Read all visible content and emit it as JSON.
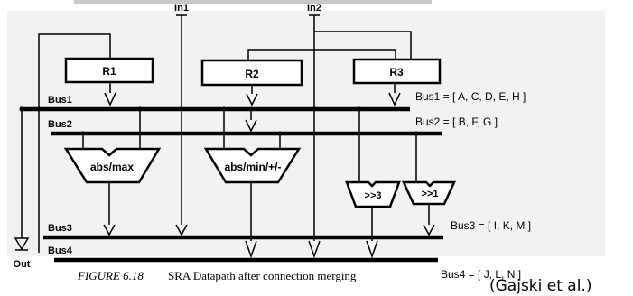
{
  "inputs": {
    "in1": "In1",
    "in2": "In2"
  },
  "output": "Out",
  "registers": [
    "R1",
    "R2",
    "R3"
  ],
  "buses": [
    {
      "label": "Bus1",
      "assignment": "Bus1 = [ A, C, D, E, H ]"
    },
    {
      "label": "Bus2",
      "assignment": "Bus2 = [ B, F, G ]"
    },
    {
      "label": "Bus3",
      "assignment": "Bus3 = [ I, K, M ]"
    },
    {
      "label": "Bus4",
      "assignment": "Bus4 = [ J, L, N ]"
    }
  ],
  "functional_units": [
    "abs/max",
    "abs/min/+/-",
    ">>3",
    ">>1"
  ],
  "caption": {
    "figure_label": "FIGURE 6.18",
    "text": "SRA Datapath after connection merging"
  },
  "citation": "(Gajski et al.)"
}
